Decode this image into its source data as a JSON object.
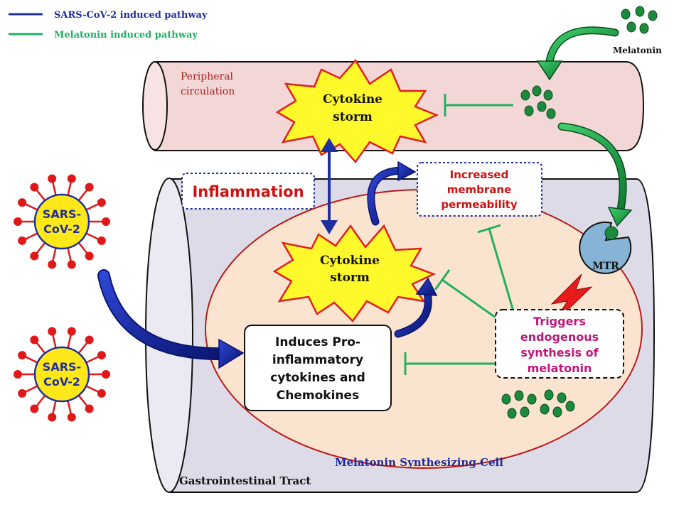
{
  "legend": {
    "items": [
      {
        "label": "SARS-CoV-2 induced pathway",
        "color": "#1f2f9e"
      },
      {
        "label": "Melatonin induced pathway",
        "color": "#20b060"
      }
    ]
  },
  "labels": {
    "melatonin": "Melatonin",
    "peripheral_line1": "Peripheral",
    "peripheral_line2": "circulation",
    "storm_top_line1": "Cytokine",
    "storm_top_line2": "storm",
    "storm_mid_line1": "Cytokine",
    "storm_mid_line2": "storm",
    "inflammation": "Inflammation",
    "permeability_line1": "Increased",
    "permeability_line2": "membrane",
    "permeability_line3": "permeability",
    "virus_top_line1": "SARS-",
    "virus_top_line2": "CoV-2",
    "virus_bottom_line1": "SARS-",
    "virus_bottom_line2": "CoV-2",
    "induces_line1": "Induces Pro-",
    "induces_line2": "inflammatory",
    "induces_line3": "cytokines and",
    "induces_line4": "Chemokines",
    "triggers_line1": "Triggers",
    "triggers_line2": "endogenous",
    "triggers_line3": "synthesis of",
    "triggers_line4": "melatonin",
    "mtr": "MTR",
    "cell_caption": "Melatonin Synthesizing Cell",
    "gi_tract": "Gastrointestinal Tract"
  },
  "colors": {
    "sars_pathway": "#1f2f9e",
    "melatonin_pathway": "#20b060",
    "inflammation_text": "#d01010",
    "permeability_text": "#d01010",
    "triggers_text": "#c0167a",
    "cell_caption_text": "#1c2a9c",
    "melatonin_dot": "#1c8a3c",
    "storm_fill": "#fff82a",
    "storm_stroke": "#e02020",
    "virus_fill": "#ffe81a",
    "virus_spike": "#e01818",
    "vessel_fill": "#f3d7d7",
    "gi_fill": "#dedbe9",
    "cell_fill": "#fbe4cf",
    "mtr_fill": "#86b4d6"
  }
}
